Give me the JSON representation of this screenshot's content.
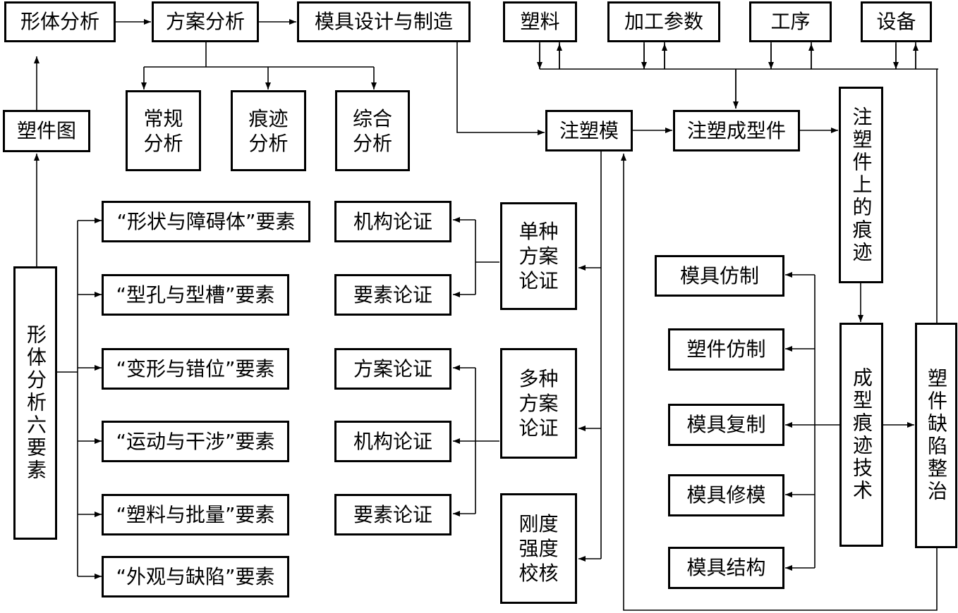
{
  "nodes": {
    "xingti_fenxi": "形体分析",
    "fangan_fenxi": "方案分析",
    "muju_sheji": "模具设计与制造",
    "sujian_tu": "塑件图",
    "changgui": "常规\n分析",
    "henji_fenxi": "痕迹\n分析",
    "zonghe": "综合\n分析",
    "suliao": "塑料",
    "jiagong": "加工参数",
    "gongxu": "工序",
    "shebei": "设备",
    "zhusu_mo": "注塑模",
    "zhusu_chengxing": "注塑成型件",
    "zhusu_henji": "注塑件上的痕迹",
    "liu_yaosu": "形体分析六要素",
    "yaosu_1": "“形状与障碍体”要素",
    "yaosu_2": "“型孔与型槽”要素",
    "yaosu_3": "“变形与错位”要素",
    "yaosu_4": "“运动与干涉”要素",
    "yaosu_5": "“塑料与批量”要素",
    "yaosu_6": "“外观与缺陷”要素",
    "jigou_1": "机构论证",
    "yaosu_lz_1": "要素论证",
    "fangan_lz": "方案论证",
    "jigou_2": "机构论证",
    "yaosu_lz_2": "要素论证",
    "danzhong": "单种\n方案\n论证",
    "duozhong": "多种\n方案\n论证",
    "gangdu": "刚度\n强度\n校核",
    "muju_fangzhi": "模具仿制",
    "sujian_fangzhi": "塑件仿制",
    "muju_fuzhi": "模具复制",
    "muju_xiumo": "模具修模",
    "muju_jiegou": "模具结构",
    "chengxing_henji": "成型痕迹技术",
    "quexian_zhengzhi": "塑件缺陷整治"
  }
}
